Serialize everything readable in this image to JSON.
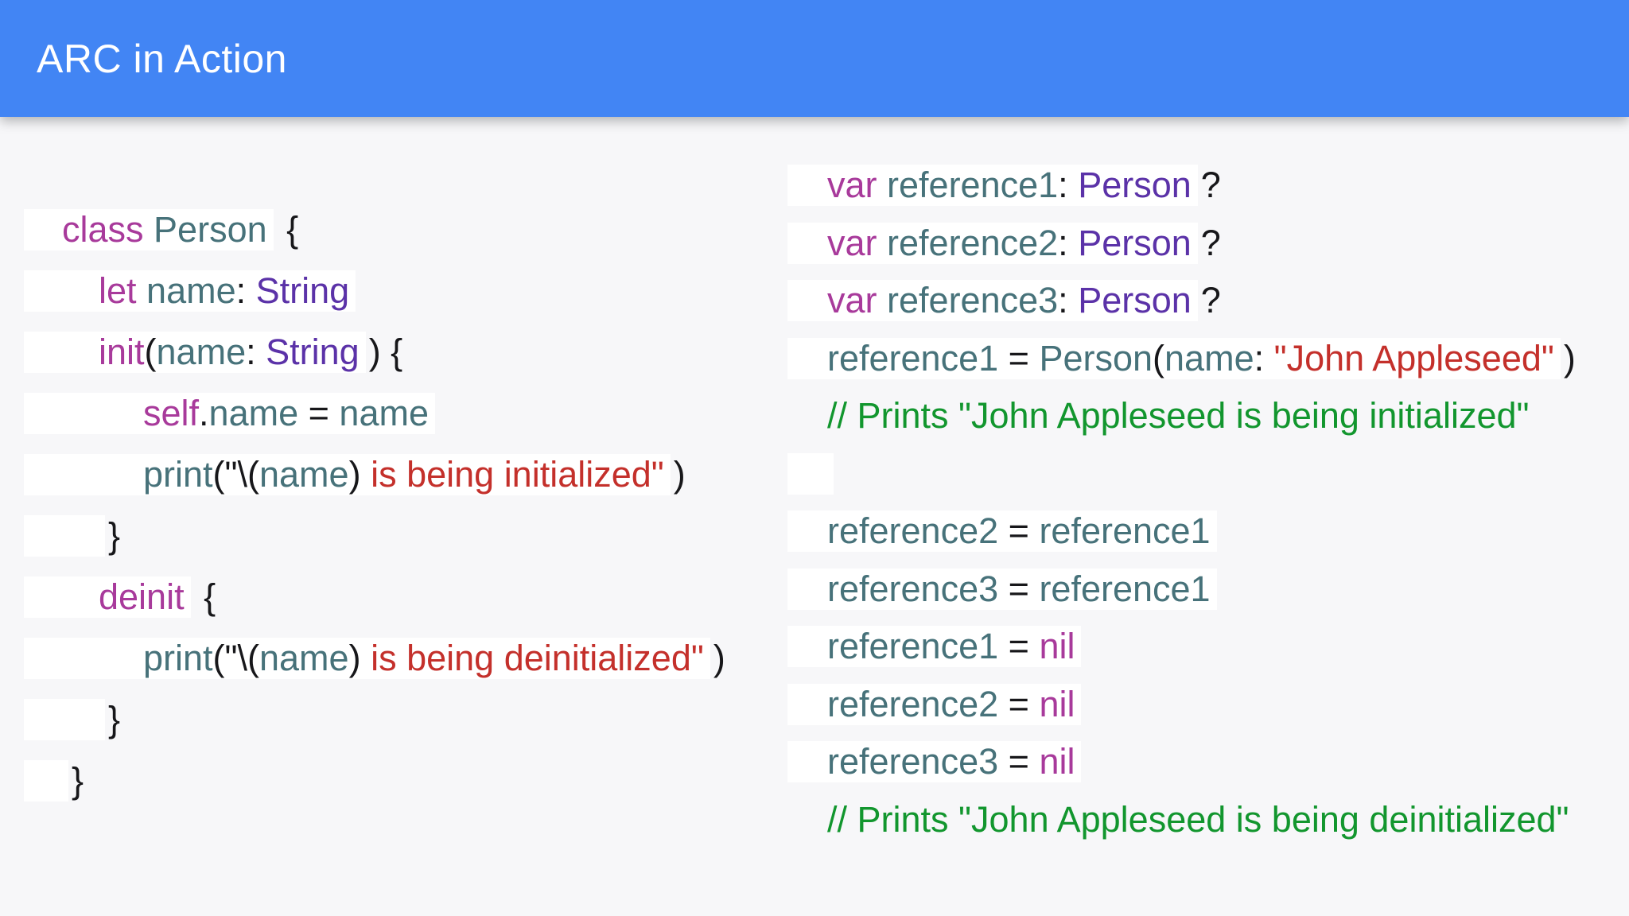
{
  "header": {
    "title": "ARC in Action"
  },
  "colors": {
    "page-bg": "#f7f7f9",
    "header-bg": "#4285f4",
    "hl-bg": "#ffffff",
    "kw": "#a83a9b",
    "id": "#47727a",
    "ty": "#5b32a8",
    "str": "#c4302b",
    "cm": "#12962e",
    "pl": "#17171a"
  },
  "left_code": {
    "lines": [
      {
        "indent": 0,
        "box": true,
        "hl": [
          {
            "t": "class",
            "c": "kw"
          },
          {
            "t": " ",
            "c": "pl"
          },
          {
            "t": "Person",
            "c": "id"
          }
        ],
        "tail": [
          {
            "t": " {",
            "c": "pl"
          }
        ]
      },
      {
        "indent": 1,
        "box": true,
        "hl": [
          {
            "t": "let",
            "c": "kw"
          },
          {
            "t": " ",
            "c": "pl"
          },
          {
            "t": "name",
            "c": "id"
          },
          {
            "t": ": ",
            "c": "pl"
          },
          {
            "t": "String",
            "c": "ty"
          }
        ],
        "tail": []
      },
      {
        "indent": 1,
        "box": true,
        "hl": [
          {
            "t": "init",
            "c": "kw"
          },
          {
            "t": "(",
            "c": "pl"
          },
          {
            "t": "name",
            "c": "id"
          },
          {
            "t": ": ",
            "c": "pl"
          },
          {
            "t": "String",
            "c": "ty"
          }
        ],
        "tail": [
          {
            "t": ") {",
            "c": "pl"
          }
        ]
      },
      {
        "indent": 2,
        "box": true,
        "hl": [
          {
            "t": "self",
            "c": "kw"
          },
          {
            "t": ".",
            "c": "pl"
          },
          {
            "t": "name",
            "c": "id"
          },
          {
            "t": " = ",
            "c": "pl"
          },
          {
            "t": "name",
            "c": "id"
          }
        ],
        "tail": []
      },
      {
        "indent": 2,
        "box": true,
        "hl": [
          {
            "t": "print",
            "c": "id"
          },
          {
            "t": "(\"\\(",
            "c": "pl"
          },
          {
            "t": "name",
            "c": "id"
          },
          {
            "t": ")",
            "c": "pl"
          },
          {
            "t": " is being initialized\"",
            "c": "str"
          }
        ],
        "tail": [
          {
            "t": ")",
            "c": "pl"
          }
        ]
      },
      {
        "indent": 1,
        "box": true,
        "hl": [],
        "tail": [
          {
            "t": "}",
            "c": "pl"
          }
        ]
      },
      {
        "indent": 1,
        "box": true,
        "hl": [
          {
            "t": "deinit",
            "c": "kw"
          }
        ],
        "tail": [
          {
            "t": " {",
            "c": "pl"
          }
        ]
      },
      {
        "indent": 2,
        "box": true,
        "hl": [
          {
            "t": "print",
            "c": "id"
          },
          {
            "t": "(\"\\(",
            "c": "pl"
          },
          {
            "t": "name",
            "c": "id"
          },
          {
            "t": ")",
            "c": "pl"
          },
          {
            "t": " is being deinitialized\"",
            "c": "str"
          }
        ],
        "tail": [
          {
            "t": ")",
            "c": "pl"
          }
        ]
      },
      {
        "indent": 1,
        "box": true,
        "hl": [],
        "tail": [
          {
            "t": "}",
            "c": "pl"
          }
        ]
      },
      {
        "indent": 0,
        "box": true,
        "hl": [],
        "tail": [
          {
            "t": "}",
            "c": "pl"
          }
        ]
      }
    ]
  },
  "right_code": {
    "lines": [
      {
        "indent": 0,
        "box": true,
        "hl": [
          {
            "t": "var",
            "c": "kw"
          },
          {
            "t": " ",
            "c": "pl"
          },
          {
            "t": "reference1",
            "c": "id"
          },
          {
            "t": ": ",
            "c": "pl"
          },
          {
            "t": "Person",
            "c": "ty"
          }
        ],
        "tail": [
          {
            "t": "?",
            "c": "pl"
          }
        ]
      },
      {
        "indent": 0,
        "box": true,
        "hl": [
          {
            "t": "var",
            "c": "kw"
          },
          {
            "t": " ",
            "c": "pl"
          },
          {
            "t": "reference2",
            "c": "id"
          },
          {
            "t": ": ",
            "c": "pl"
          },
          {
            "t": "Person",
            "c": "ty"
          }
        ],
        "tail": [
          {
            "t": "?",
            "c": "pl"
          }
        ]
      },
      {
        "indent": 0,
        "box": true,
        "hl": [
          {
            "t": "var",
            "c": "kw"
          },
          {
            "t": " ",
            "c": "pl"
          },
          {
            "t": "reference3",
            "c": "id"
          },
          {
            "t": ": ",
            "c": "pl"
          },
          {
            "t": "Person",
            "c": "ty"
          }
        ],
        "tail": [
          {
            "t": "?",
            "c": "pl"
          }
        ]
      },
      {
        "indent": 0,
        "box": true,
        "hl": [
          {
            "t": "reference1",
            "c": "id"
          },
          {
            "t": " = ",
            "c": "pl"
          },
          {
            "t": "Person",
            "c": "id"
          },
          {
            "t": "(",
            "c": "pl"
          },
          {
            "t": "name",
            "c": "id"
          },
          {
            "t": ": ",
            "c": "pl"
          },
          {
            "t": "\"John Appleseed\"",
            "c": "str"
          }
        ],
        "tail": [
          {
            "t": ")",
            "c": "pl"
          }
        ]
      },
      {
        "indent": 0,
        "box": false,
        "hl": [
          {
            "t": "// Prints \"John Appleseed is being initialized\"",
            "c": "cm"
          }
        ],
        "tail": []
      },
      {
        "indent": 0,
        "box": true,
        "hl": [],
        "tail": []
      },
      {
        "indent": 0,
        "box": true,
        "hl": [
          {
            "t": "reference2",
            "c": "id"
          },
          {
            "t": " = ",
            "c": "pl"
          },
          {
            "t": "reference1",
            "c": "id"
          }
        ],
        "tail": []
      },
      {
        "indent": 0,
        "box": true,
        "hl": [
          {
            "t": "reference3",
            "c": "id"
          },
          {
            "t": " = ",
            "c": "pl"
          },
          {
            "t": "reference1",
            "c": "id"
          }
        ],
        "tail": []
      },
      {
        "indent": 0,
        "box": true,
        "hl": [
          {
            "t": "reference1",
            "c": "id"
          },
          {
            "t": " = ",
            "c": "pl"
          },
          {
            "t": "nil",
            "c": "kw"
          }
        ],
        "tail": []
      },
      {
        "indent": 0,
        "box": true,
        "hl": [
          {
            "t": "reference2",
            "c": "id"
          },
          {
            "t": " = ",
            "c": "pl"
          },
          {
            "t": "nil",
            "c": "kw"
          }
        ],
        "tail": []
      },
      {
        "indent": 0,
        "box": true,
        "hl": [
          {
            "t": "reference3",
            "c": "id"
          },
          {
            "t": " = ",
            "c": "pl"
          },
          {
            "t": "nil",
            "c": "kw"
          }
        ],
        "tail": []
      },
      {
        "indent": 0,
        "box": false,
        "hl": [
          {
            "t": "// Prints \"John Appleseed is being deinitialized\"",
            "c": "cm"
          }
        ],
        "tail": []
      }
    ]
  }
}
